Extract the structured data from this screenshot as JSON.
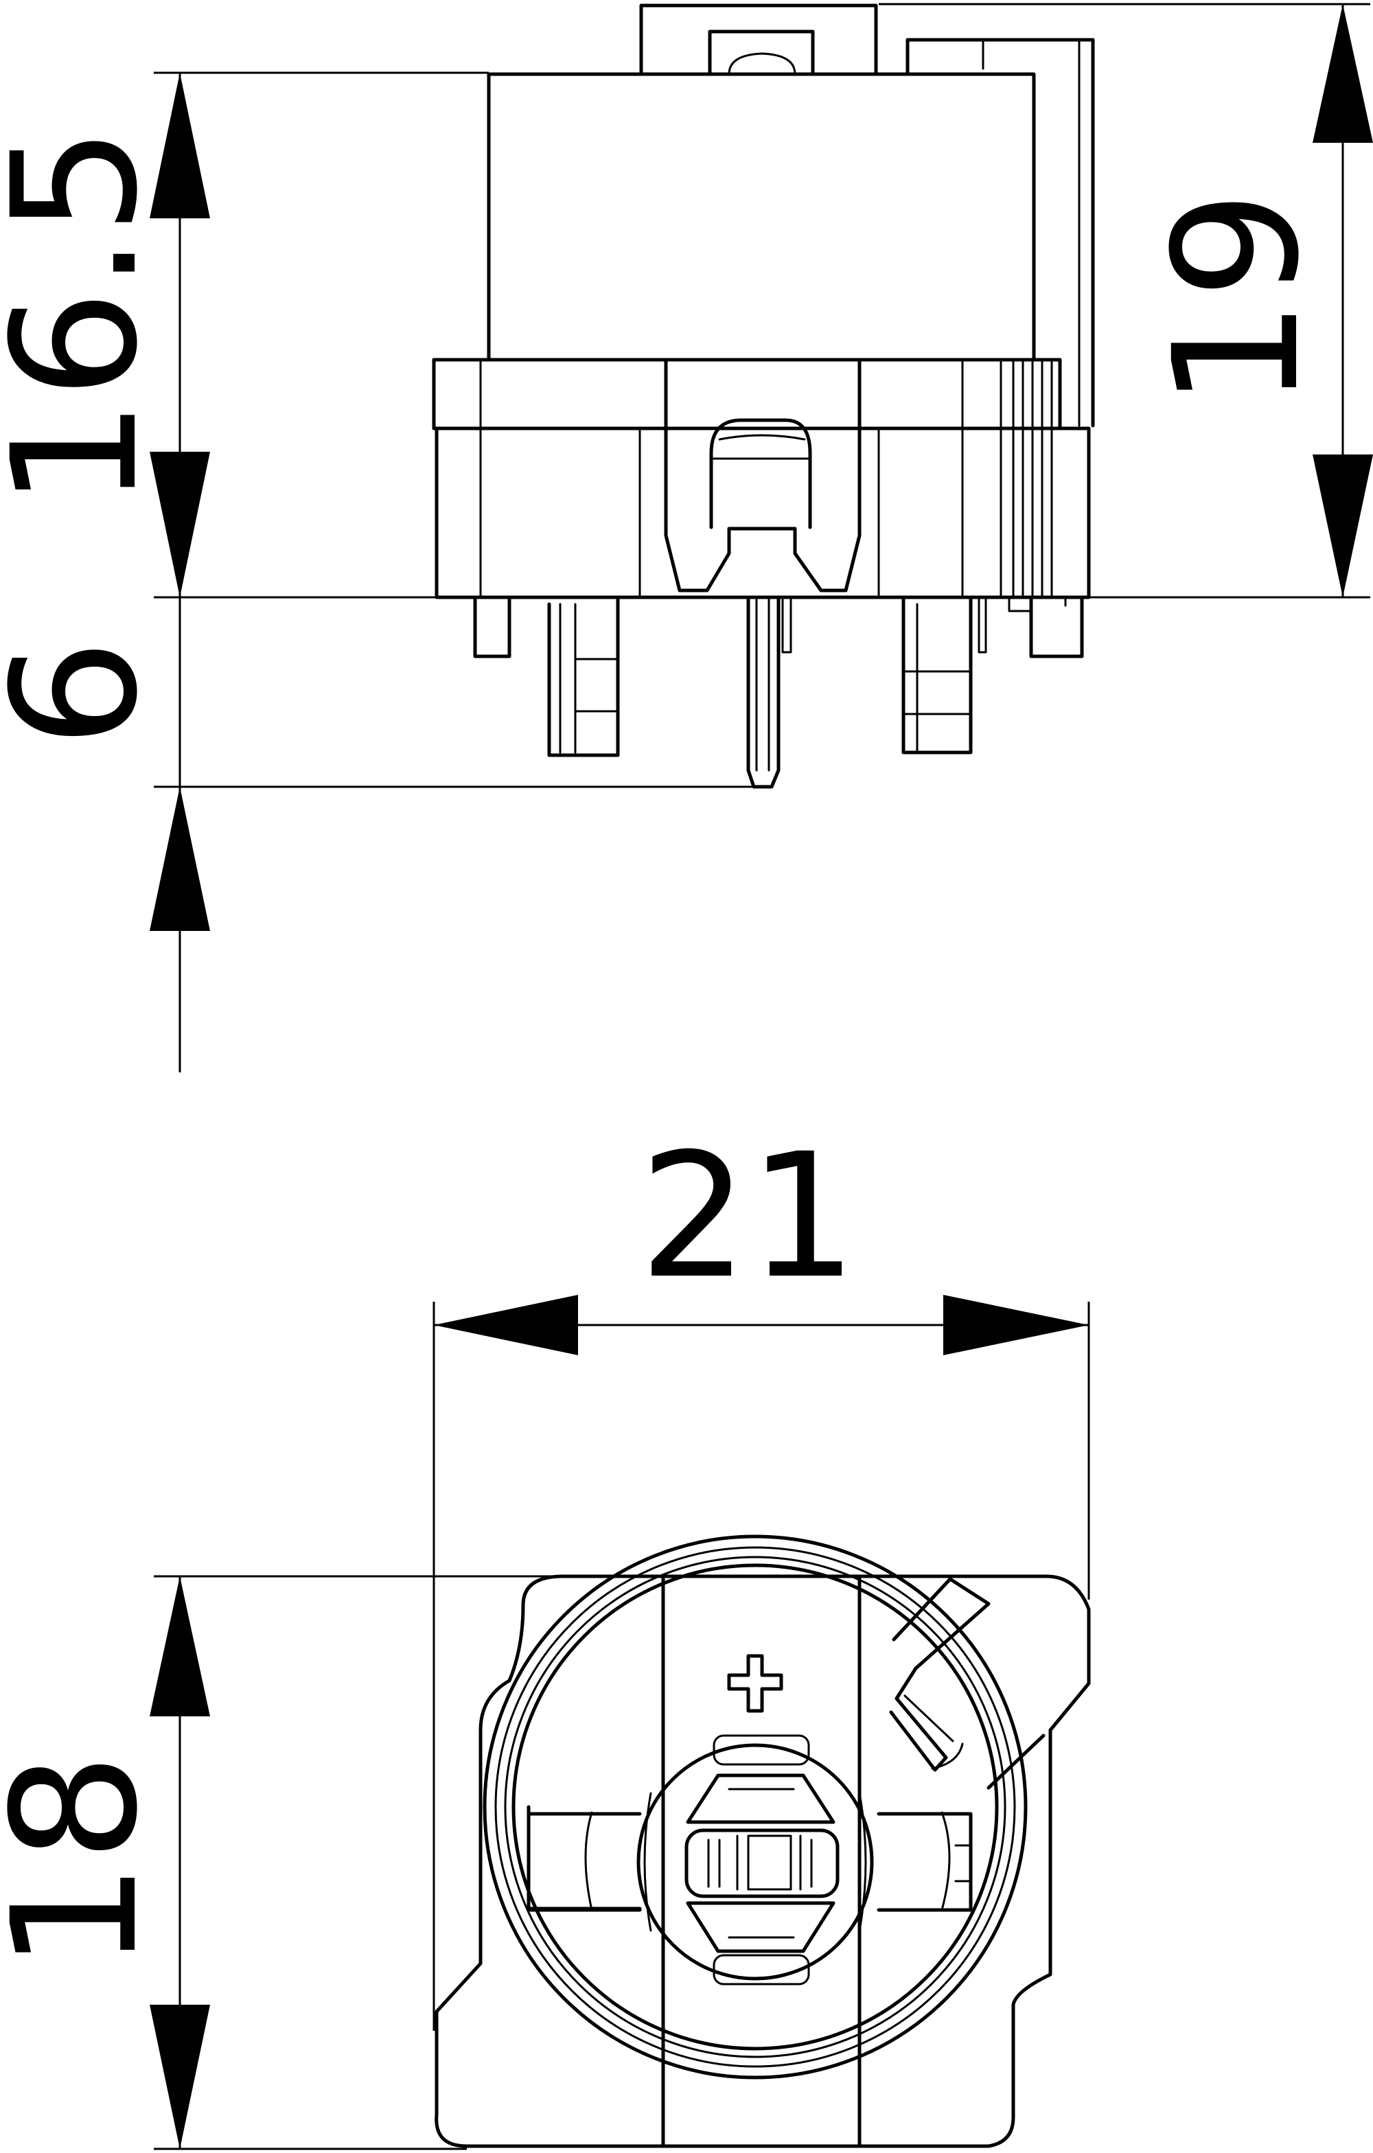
{
  "dimensions": {
    "height_body": "16.5",
    "pin_length": "6",
    "overall_height": "19",
    "width": "21",
    "depth": "18"
  },
  "symbols": {
    "polarity": "+"
  },
  "colors": {
    "line": "#000000",
    "background": "#ffffff"
  }
}
